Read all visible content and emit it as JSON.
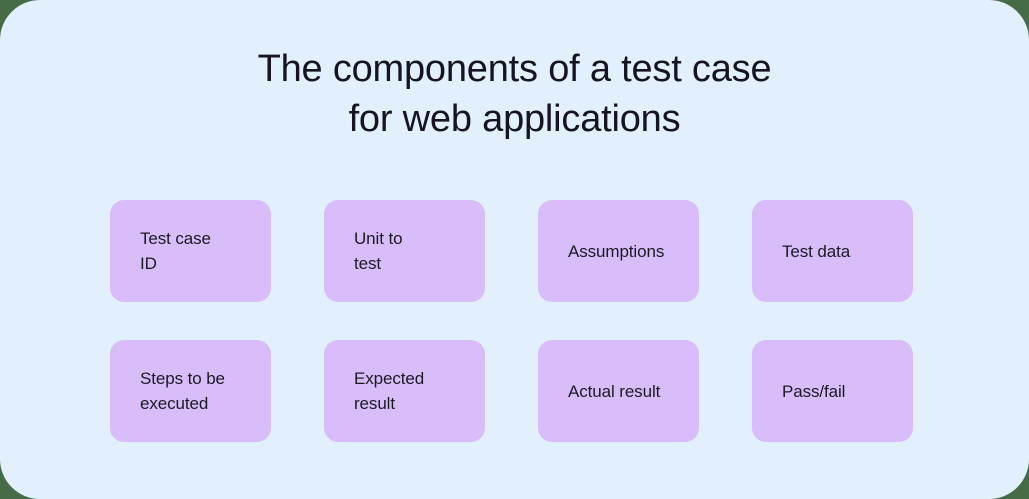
{
  "theme": {
    "backdrop_color": "#456b47",
    "canvas_color": "#e2f0fd",
    "card_color": "#d9bdfa",
    "text_color": "#1a1a22",
    "title_color": "#151420"
  },
  "title": "The components of a test case\nfor web applications",
  "cards": [
    {
      "label": "Test case\nID"
    },
    {
      "label": "Unit to\ntest"
    },
    {
      "label": "Assumptions"
    },
    {
      "label": "Test data"
    },
    {
      "label": "Steps to be\nexecuted"
    },
    {
      "label": "Expected\nresult"
    },
    {
      "label": "Actual result"
    },
    {
      "label": "Pass/fail"
    }
  ]
}
